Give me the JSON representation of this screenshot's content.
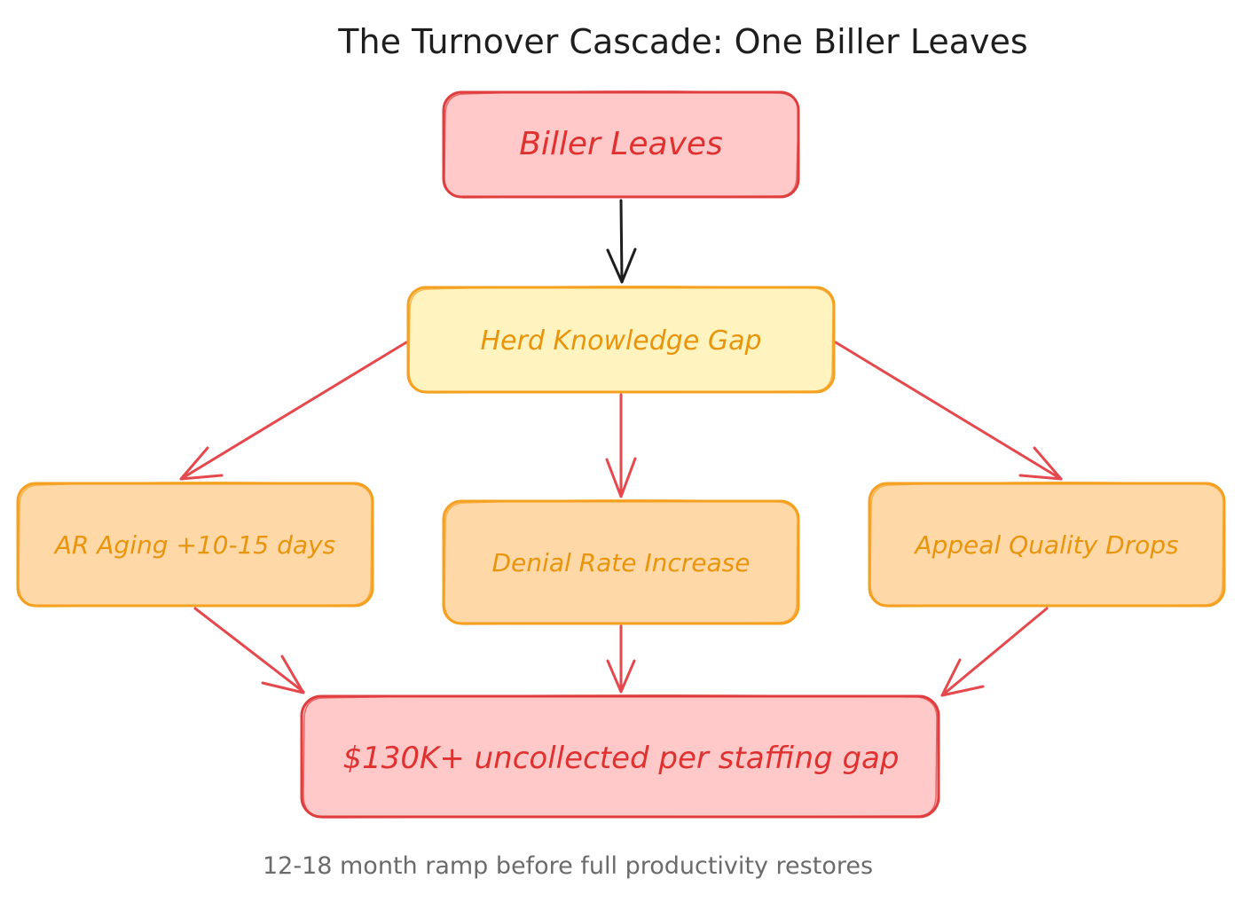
{
  "title": "The Turnover Cascade: One Biller Leaves",
  "nodes": {
    "biller_leaves": "Biller Leaves",
    "knowledge_gap": "Herd Knowledge Gap",
    "ar_aging": "AR Aging +10-15 days",
    "denial_rate": "Denial Rate Increase",
    "appeal_quality": "Appeal Quality Drops",
    "uncollected": "$130K+ uncollected per staffing gap"
  },
  "footnote": "12-18 month ramp before full productivity restores",
  "colors": {
    "red_fill": "#ffc9c9",
    "red_stroke": "#e03e3e",
    "red_text": "#e03131",
    "yellow_fill": "#fff3bf",
    "orange_fill": "#ffd8a8",
    "orange_stroke": "#f5a020",
    "orange_text": "#e8950c",
    "arrow_red": "#e5484d",
    "arrow_black": "#1e1e1e",
    "footnote_gray": "#6b6b6b",
    "title_black": "#1e1e1e"
  }
}
